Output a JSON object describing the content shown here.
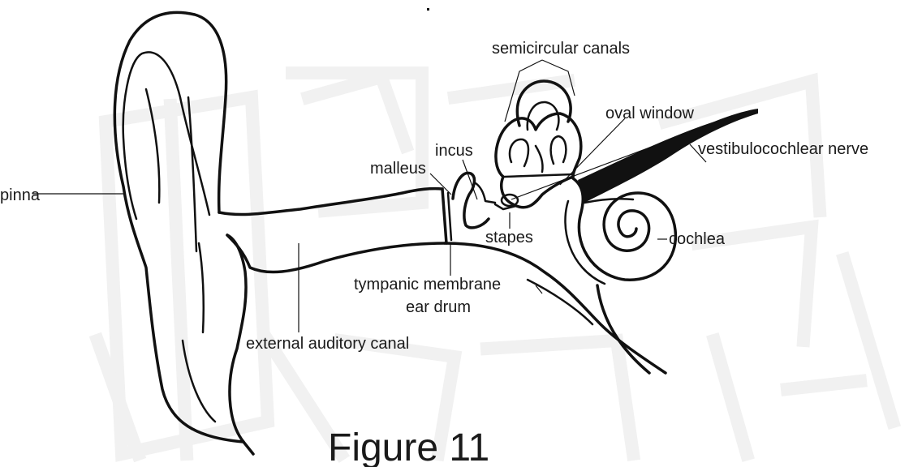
{
  "labels": {
    "semicircular_canals": "semicircular canals",
    "oval_window": "oval window",
    "incus": "incus",
    "vestibulocochlear_nerve": "vestibulocochlear nerve",
    "malleus": "malleus",
    "pinna": "pinna",
    "stapes": "stapes",
    "cochlea": "cochlea",
    "tympanic_membrane": "tympanic membrane",
    "ear_drum": "ear drum",
    "external_auditory_canal": "external auditory canal"
  },
  "caption": "Figure 11",
  "colors": {
    "ink": "#111111",
    "watermark": "#f1f1f1",
    "background": "#ffffff"
  }
}
